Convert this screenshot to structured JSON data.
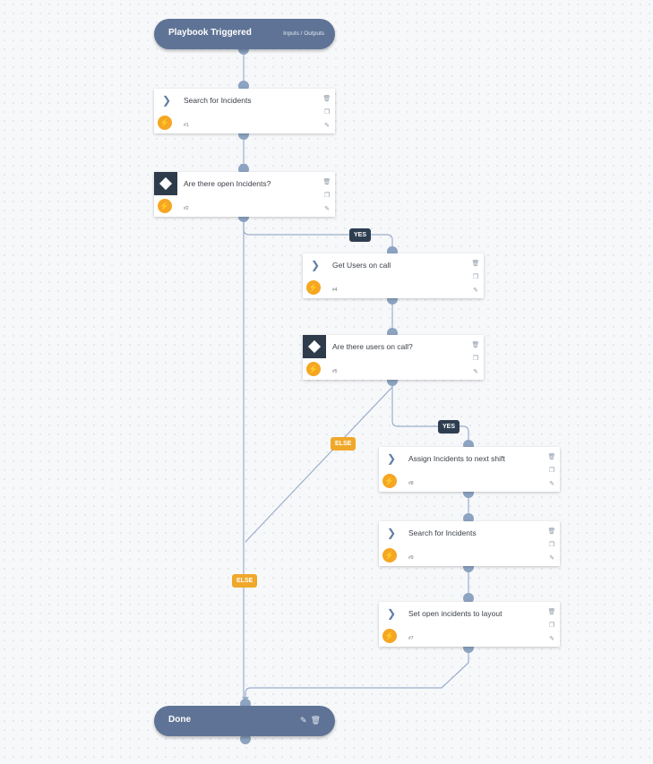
{
  "start_node": {
    "title": "Playbook Triggered",
    "io_label": "Inputs / Outputs"
  },
  "tasks": [
    {
      "name": "Search for Incidents",
      "num": "#1",
      "kind": "regular"
    },
    {
      "name": "Are there open Incidents?",
      "num": "#2",
      "kind": "condition"
    },
    {
      "name": "Get Users on call",
      "num": "#4",
      "kind": "regular"
    },
    {
      "name": "Are there users on call?",
      "num": "#5",
      "kind": "condition"
    },
    {
      "name": "Assign Incidents to next shift",
      "num": "#8",
      "kind": "regular"
    },
    {
      "name": "Search for Incidents",
      "num": "#9",
      "kind": "regular"
    },
    {
      "name": "Set open incidents  to layout",
      "num": "#7",
      "kind": "regular"
    }
  ],
  "end_node": {
    "title": "Done"
  },
  "branch_labels": {
    "yes": "YES",
    "else": "ELSE"
  },
  "colors": {
    "pill": "#5f7396",
    "edge": "#8ca3c1",
    "yes": "#2d3e50",
    "else": "#f0a82b",
    "bolt": "#f5a623"
  }
}
